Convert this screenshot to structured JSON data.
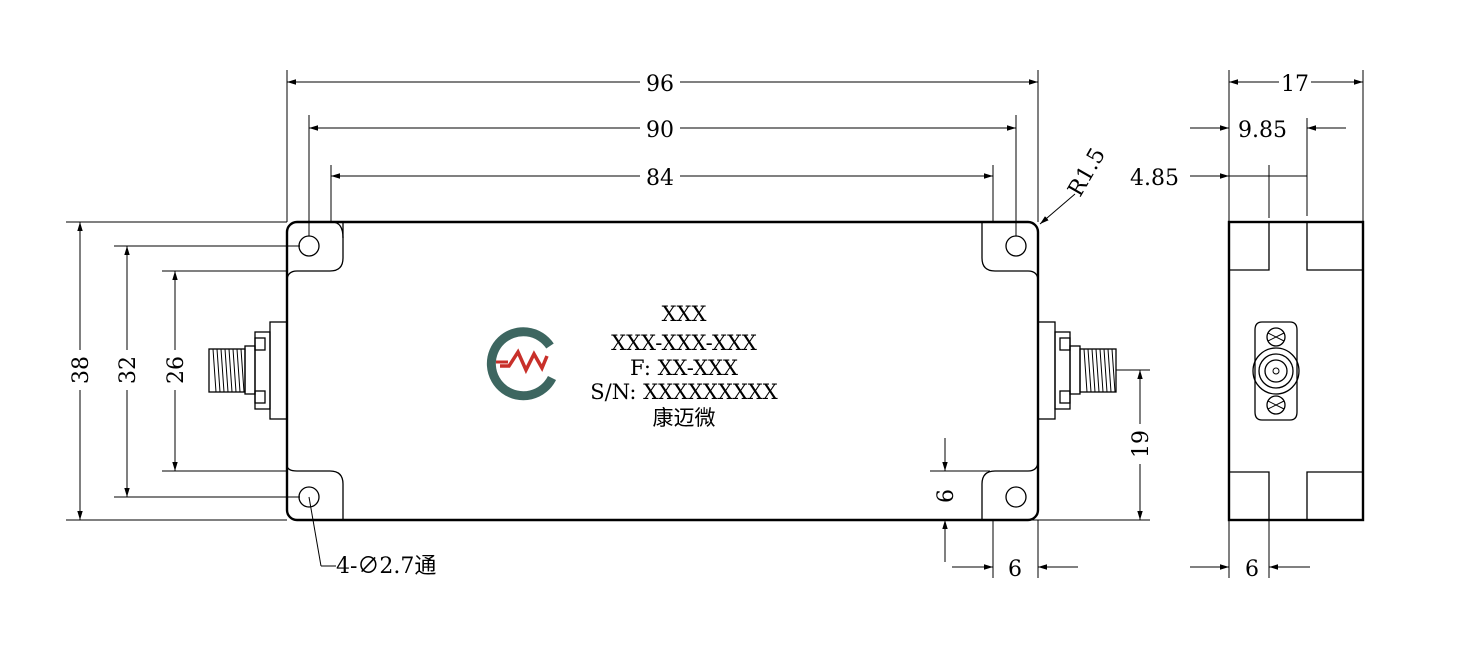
{
  "dimensions": {
    "overall_length": "96",
    "hole_spacing_length": "90",
    "inner_length": "84",
    "corner_radius": "R1.5",
    "overall_width": "38",
    "hole_spacing_width": "32",
    "inner_width": "26",
    "connector_height": "19",
    "edge_offset_vertical": "6",
    "edge_offset_horizontal": "6",
    "holes": "4-∅2.7通",
    "side_depth": "17",
    "side_connector_offset": "9.85",
    "side_step": "4.85",
    "side_bottom": "6"
  },
  "label": {
    "line1": "XXX",
    "line2": "XXX-XXX-XXX",
    "line3": "F: XX-XXX",
    "line4": "S/N: XXXXXXXXX",
    "line5": "康迈微"
  },
  "logo": {
    "name": "cmw-logo-icon",
    "color_arc": "#3d6660",
    "color_wave": "#c8302a"
  }
}
